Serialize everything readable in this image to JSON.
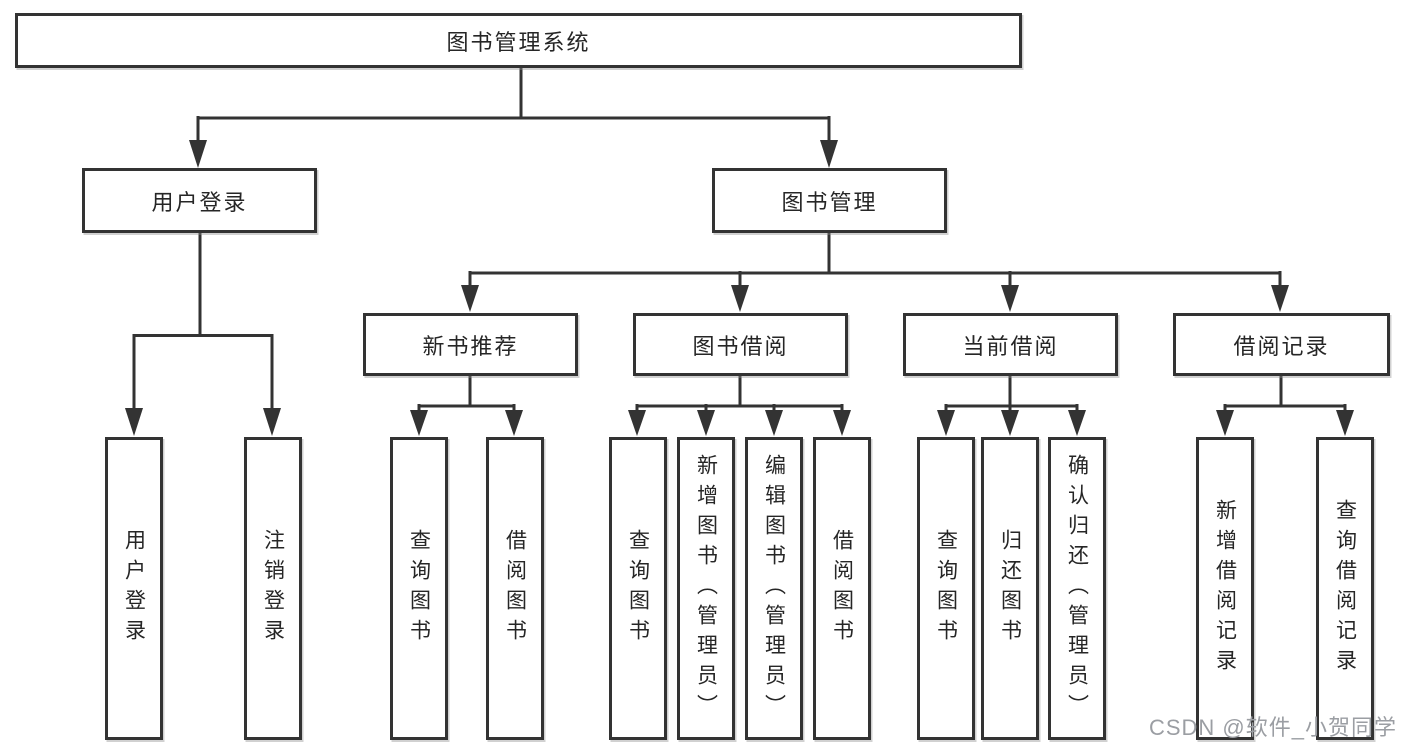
{
  "diagram": {
    "root": {
      "label": "图书管理系统"
    },
    "level2": [
      {
        "label": "用户登录"
      },
      {
        "label": "图书管理"
      }
    ],
    "level3": [
      {
        "label": "新书推荐"
      },
      {
        "label": "图书借阅"
      },
      {
        "label": "当前借阅"
      },
      {
        "label": "借阅记录"
      }
    ],
    "leaves": [
      {
        "label": "用户登录"
      },
      {
        "label": "注销登录"
      },
      {
        "label": "查询图书"
      },
      {
        "label": "借阅图书"
      },
      {
        "label": "查询图书"
      },
      {
        "label": "新增图书（管理员）"
      },
      {
        "label": "编辑图书（管理员）"
      },
      {
        "label": "借阅图书"
      },
      {
        "label": "查询图书"
      },
      {
        "label": "归还图书"
      },
      {
        "label": "确认归还（管理员）"
      },
      {
        "label": "新增借阅记录"
      },
      {
        "label": "查询借阅记录"
      }
    ],
    "watermark": "CSDN @软件_小贺同学",
    "colors": {
      "line": "#333333",
      "border": "#333333",
      "fill": "#ffffff",
      "text": "#262626",
      "watermark": "#9b9ea3"
    }
  }
}
